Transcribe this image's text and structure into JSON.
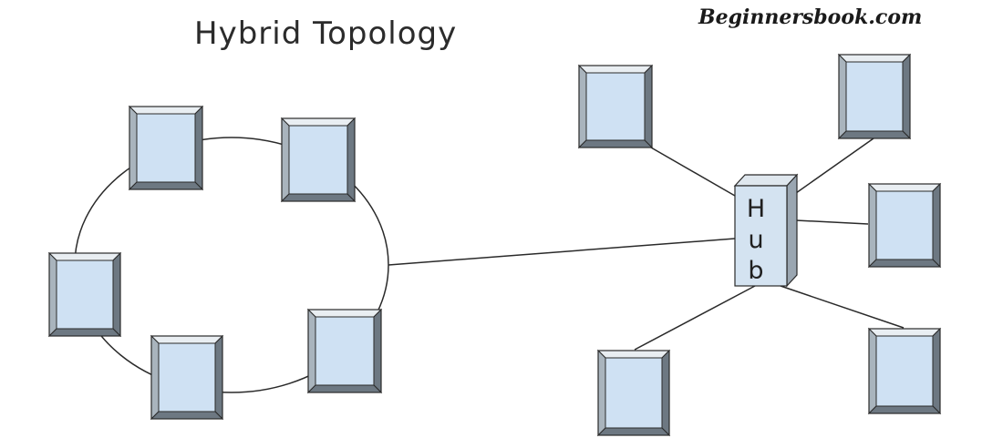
{
  "diagram": {
    "title": "Hybrid Topology",
    "watermark": "Beginnersbook.com",
    "hub_letters": [
      "H",
      "u",
      "b"
    ],
    "colors": {
      "screen_fill": "#cfe1f3",
      "bezel_light": "#e9eef2",
      "bezel_mid": "#a9b4bd",
      "bezel_dark": "#6d7882",
      "outline": "#2a2a2a",
      "line": "#2a2a2a",
      "hub_front": "#d4e3f1",
      "hub_side": "#9aa6b1",
      "hub_top": "#dfe7ee"
    },
    "ring_nodes": [
      "computer",
      "computer",
      "computer",
      "computer",
      "computer"
    ],
    "star_nodes": [
      "computer",
      "computer",
      "computer",
      "computer",
      "computer"
    ]
  }
}
